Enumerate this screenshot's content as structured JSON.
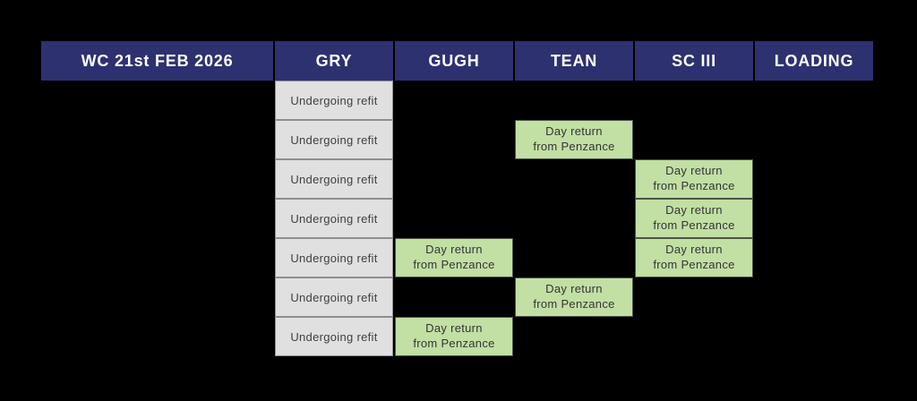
{
  "header": {
    "week_label": "WC 21st FEB 2026",
    "columns": [
      "GRY",
      "GUGH",
      "TEAN",
      "SC III",
      "LOADING"
    ]
  },
  "colors": {
    "background": "#000000",
    "header_bg": "#2d3170",
    "header_text": "#ffffff",
    "refit_bg": "#e0e0e0",
    "refit_border": "#8f8f8f",
    "trip_bg": "#c2dfa4",
    "trip_border": "#4b5442",
    "cell_text": "#3f3f3f"
  },
  "rows": [
    {
      "gry": "Undergoing refit",
      "gugh": "",
      "tean": "",
      "sc_iii": "",
      "loading": ""
    },
    {
      "gry": "Undergoing refit",
      "gugh": "",
      "tean": "Day return\nfrom Penzance",
      "sc_iii": "",
      "loading": ""
    },
    {
      "gry": "Undergoing refit",
      "gugh": "",
      "tean": "",
      "sc_iii": "Day return\nfrom Penzance",
      "loading": ""
    },
    {
      "gry": "Undergoing refit",
      "gugh": "",
      "tean": "",
      "sc_iii": "Day return\nfrom Penzance",
      "loading": ""
    },
    {
      "gry": "Undergoing refit",
      "gugh": "Day return\nfrom Penzance",
      "tean": "",
      "sc_iii": "Day return\nfrom Penzance",
      "loading": ""
    },
    {
      "gry": "Undergoing refit",
      "gugh": "",
      "tean": "Day return\nfrom Penzance",
      "sc_iii": "",
      "loading": ""
    },
    {
      "gry": "Undergoing refit",
      "gugh": "Day return\nfrom Penzance",
      "tean": "",
      "sc_iii": "",
      "loading": ""
    }
  ]
}
